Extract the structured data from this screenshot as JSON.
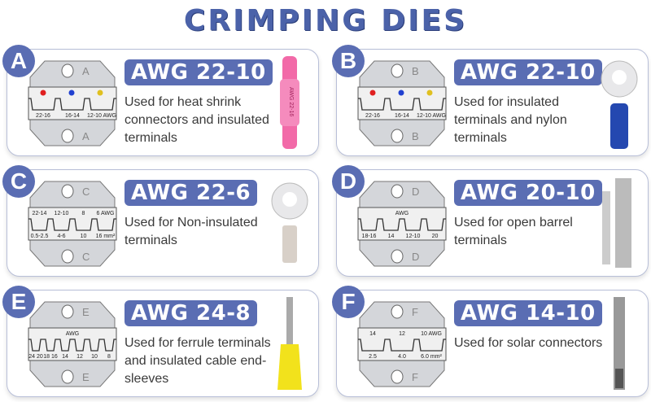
{
  "title": "CRIMPING DIES",
  "colors": {
    "accent": "#5a6db3",
    "title": "#4b62a9"
  },
  "dies": [
    {
      "letter": "A",
      "awg": "AWG 22-10",
      "description": "Used for heat shrink connectors and insulated terminals",
      "die_top": [
        "22-16",
        "16-14",
        "12-10 AWG"
      ],
      "die_bottom": [],
      "dots": [
        "#e02020",
        "#2040d0",
        "#e0c020"
      ],
      "product": "heat-shrink-connector",
      "product_label": "AWG 22-16"
    },
    {
      "letter": "B",
      "awg": "AWG 22-10",
      "description": "Used for insulated terminals and nylon terminals",
      "die_top": [
        "22-16",
        "16-14",
        "12-10 AWG"
      ],
      "die_bottom": [],
      "dots": [
        "#e02020",
        "#2040d0",
        "#e0c020"
      ],
      "product": "ring-terminal-blue"
    },
    {
      "letter": "C",
      "awg": "AWG 22-6",
      "description": "Used for Non-insulated terminals",
      "die_top": [
        "22-14",
        "12-10",
        "8",
        "6 AWG"
      ],
      "die_bottom": [
        "0.5-2.5",
        "4-6",
        "10",
        "16 mm²"
      ],
      "dots": [],
      "product": "ring-terminal-bare"
    },
    {
      "letter": "D",
      "awg": "AWG 20-10",
      "description": "Used for open barrel terminals",
      "die_top": [
        "AWG"
      ],
      "die_bottom": [
        "18-16",
        "14",
        "12-10",
        "20"
      ],
      "dots": [],
      "product": "open-barrel-terminal"
    },
    {
      "letter": "E",
      "awg": "AWG 24-8",
      "description": "Used for ferrule terminals and insulated cable end-sleeves",
      "die_top": [
        "AWG"
      ],
      "die_bottom": [
        "24 20",
        "18 16",
        "14",
        "12",
        "10",
        "8"
      ],
      "dots": [],
      "product": "ferrule-yellow"
    },
    {
      "letter": "F",
      "awg": "AWG 14-10",
      "description": "Used for solar connectors",
      "die_top": [
        "14",
        "12",
        "10 AWG"
      ],
      "die_bottom": [
        "2.5",
        "4.0",
        "6.0 mm²"
      ],
      "dots": [],
      "product": "solar-pin"
    }
  ]
}
